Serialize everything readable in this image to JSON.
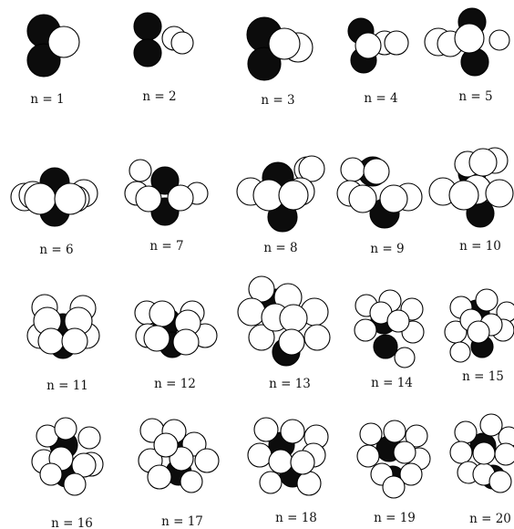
{
  "figure": {
    "clusters": [
      {
        "label": "n = 1"
      },
      {
        "label": "n = 2"
      },
      {
        "label": "n = 3"
      },
      {
        "label": "n = 4"
      },
      {
        "label": "n = 5"
      },
      {
        "label": "n = 6"
      },
      {
        "label": "n = 7"
      },
      {
        "label": "n = 8"
      },
      {
        "label": "n = 9"
      },
      {
        "label": "n = 10"
      },
      {
        "label": "n = 11"
      },
      {
        "label": "n = 12"
      },
      {
        "label": "n = 13"
      },
      {
        "label": "n = 14"
      },
      {
        "label": "n = 15"
      },
      {
        "label": "n = 16"
      },
      {
        "label": "n = 17"
      },
      {
        "label": "n = 18"
      },
      {
        "label": "n = 19"
      },
      {
        "label": "n = 20"
      }
    ],
    "colors": {
      "dark_atom": "#0c0c0c",
      "light_atom": "#ffffff",
      "outline": "#000000"
    }
  }
}
